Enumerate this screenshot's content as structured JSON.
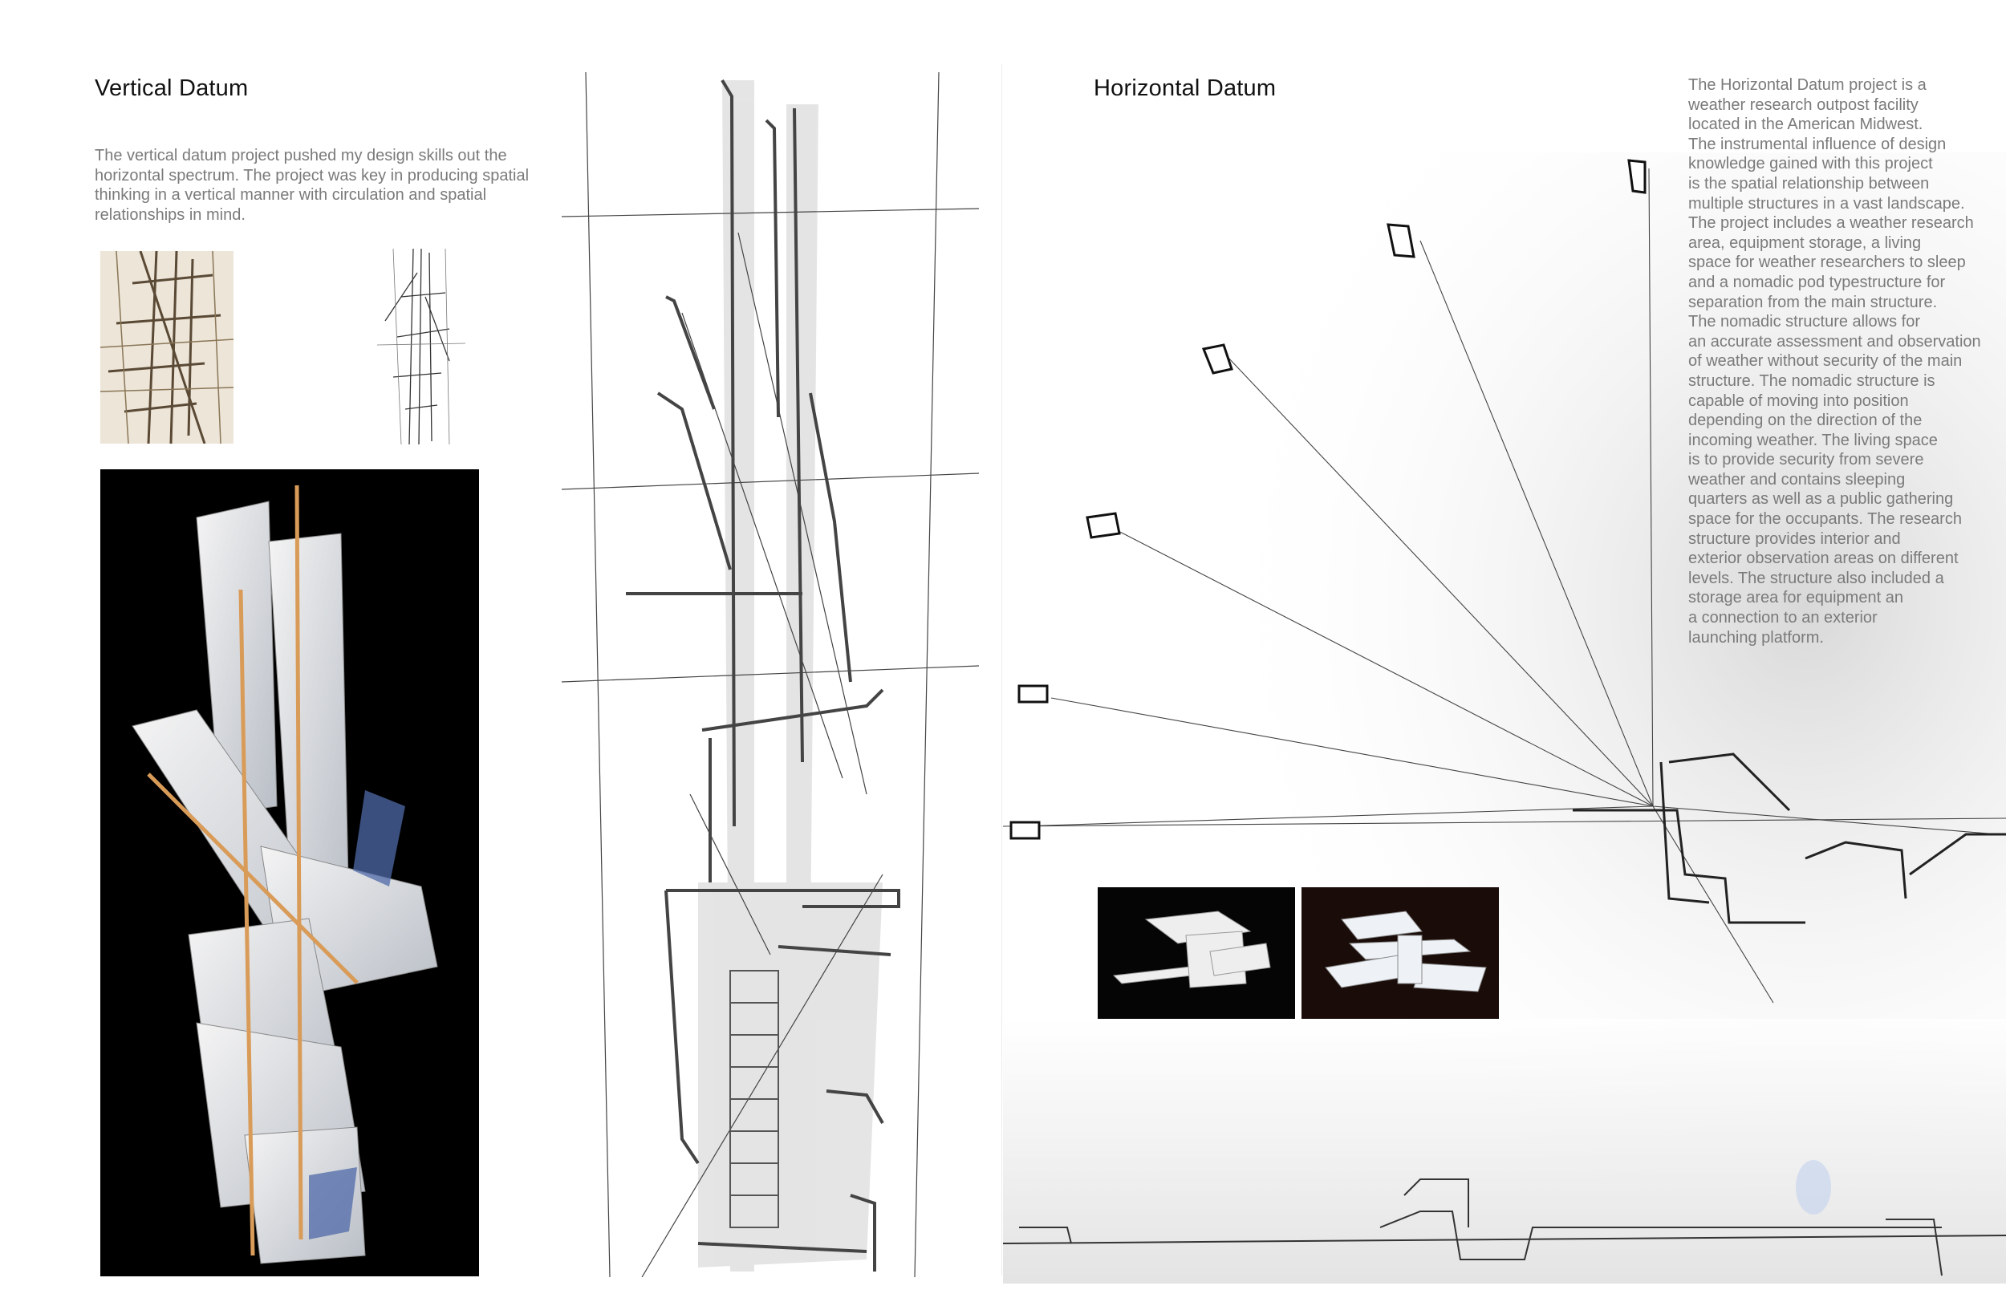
{
  "left": {
    "title": "Vertical Datum",
    "description": "The vertical datum project pushed my design skills out the\nhorizontal spectrum.  The project was key in producing spatial\nthinking in a vertical manner with circulation and spatial\nrelationships in mind."
  },
  "right": {
    "title": "Horizontal Datum",
    "description": "The Horizontal Datum project is a\nweather research outpost facility\nlocated in the American Midwest.\nThe instrumental influence of design\nknowledge gained with this project\nis the spatial relationship between\nmultiple structures in a vast landscape.\nThe project includes a weather research\narea, equipment storage, a living\nspace for weather researchers to sleep\nand a nomadic pod typestructure for\nseparation from the main structure.\nThe  nomadic structure allows for\nan accurate assessment and observation\n of weather without security of the main\nstructure.  The  nomadic structure is\ncapable of moving into position\ndepending on the direction of the\nincoming weather.  The living space\nis to provide security from severe\nweather and contains sleeping\nquarters as well as a public gathering\nspace for the occupants. The research\nstructure provides interior and\nexterior observation areas on different\nlevels.  The structure also included a\nstorage area for equipment an\na connection to an exterior\nlaunching platform."
  },
  "colors": {
    "text_dark": "#111111",
    "text_body": "#7a7a7a",
    "photo_background": "#000000",
    "sketch_ink": "#333333"
  }
}
